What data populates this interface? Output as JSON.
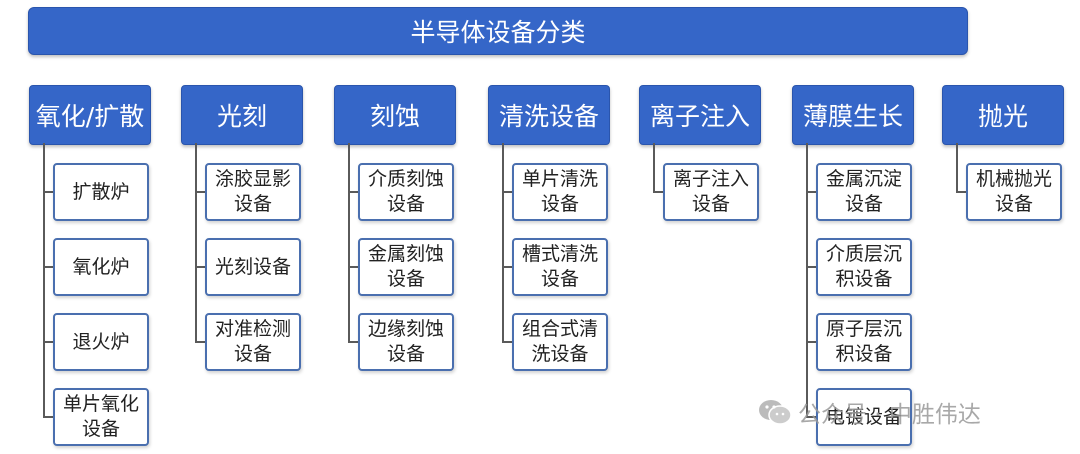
{
  "title": "半导体设备分类",
  "categories": [
    {
      "label": "氧化/扩散",
      "items": [
        [
          "扩散炉"
        ],
        [
          "氧化炉"
        ],
        [
          "退火炉"
        ],
        [
          "单片氧化",
          "设备"
        ]
      ]
    },
    {
      "label": "光刻",
      "items": [
        [
          "涂胶显影",
          "设备"
        ],
        [
          "光刻设备"
        ],
        [
          "对准检测",
          "设备"
        ]
      ]
    },
    {
      "label": "刻蚀",
      "items": [
        [
          "介质刻蚀",
          "设备"
        ],
        [
          "金属刻蚀",
          "设备"
        ],
        [
          "边缘刻蚀",
          "设备"
        ]
      ]
    },
    {
      "label": "清洗设备",
      "items": [
        [
          "单片清洗",
          "设备"
        ],
        [
          "槽式清洗",
          "设备"
        ],
        [
          "组合式清",
          "洗设备"
        ]
      ]
    },
    {
      "label": "离子注入",
      "items": [
        [
          "离子注入",
          "设备"
        ]
      ]
    },
    {
      "label": "薄膜生长",
      "items": [
        [
          "金属沉淀",
          "设备"
        ],
        [
          "介质层沉",
          "积设备"
        ],
        [
          "原子层沉",
          "积设备"
        ],
        [
          "电镀设备"
        ]
      ]
    },
    {
      "label": "抛光",
      "items": [
        [
          "机械抛光",
          "设备"
        ]
      ]
    }
  ],
  "watermark": {
    "icon": "wechat-icon",
    "text": "公众号 · 中胜伟达"
  }
}
